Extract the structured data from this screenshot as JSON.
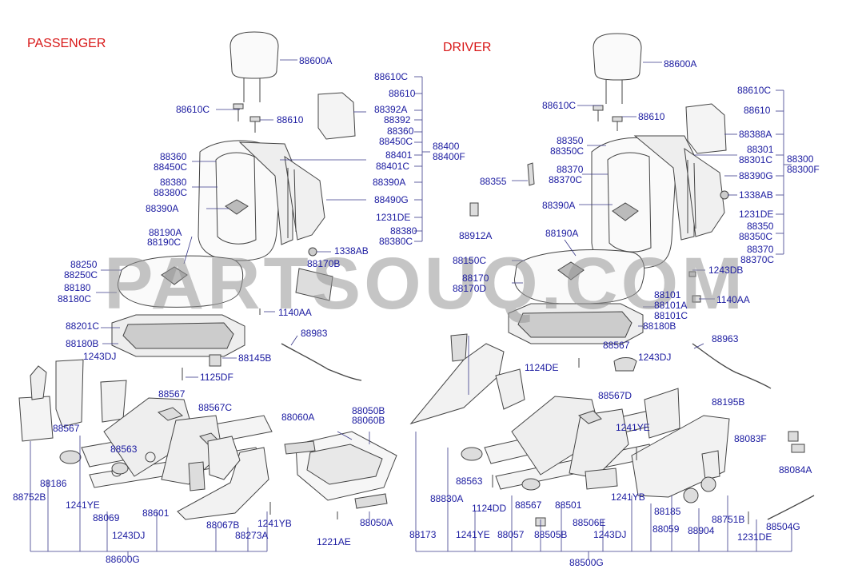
{
  "titles": {
    "passenger": "PASSENGER",
    "driver": "DRIVER"
  },
  "watermark": "PARTSOUQ.COM",
  "colors": {
    "label": "#1a1aa0",
    "title": "#d81818",
    "line": "#3a3a8a",
    "part": "#444444"
  },
  "passenger": {
    "labels": [
      "88600A",
      "88610C",
      "88610",
      "88610C",
      "88610",
      "88392A",
      "88392",
      "88360",
      "88450C",
      "88401",
      "88401C",
      "88400",
      "88400F",
      "88390A",
      "88490G",
      "1231DE",
      "88380",
      "88380C",
      "88360",
      "88450C",
      "88380",
      "88380C",
      "88390A",
      "88190A",
      "88190C",
      "1338AB",
      "88170B",
      "88250",
      "88250C",
      "88180",
      "88180C",
      "1140AA",
      "88201C",
      "88180B",
      "1243DJ",
      "88145B",
      "88983",
      "1125DF",
      "88567",
      "88567C",
      "88060A",
      "88050B",
      "88060B",
      "88567",
      "88563",
      "88186",
      "88752B",
      "1241YE",
      "88069",
      "88601",
      "88067B",
      "88273A",
      "1241YB",
      "1243DJ",
      "88050A",
      "1221AE",
      "88600G"
    ]
  },
  "driver": {
    "labels": [
      "88600A",
      "88610C",
      "88610",
      "88610C",
      "88610",
      "88388A",
      "88350",
      "88350C",
      "88301",
      "88301C",
      "88300",
      "88300F",
      "88370",
      "88370C",
      "88390G",
      "88355",
      "1338AB",
      "88390A",
      "1231DE",
      "88912A",
      "88350",
      "88350C",
      "88370",
      "88370C",
      "88190A",
      "88150C",
      "88170",
      "88170D",
      "1243DB",
      "88101",
      "88101A",
      "88101C",
      "1140AA",
      "88180B",
      "88567",
      "88963",
      "1124DE",
      "1243DJ",
      "88567D",
      "88195B",
      "1241YE",
      "88083F",
      "88084A",
      "88563",
      "88830A",
      "1124DD",
      "88567",
      "88501",
      "88506E",
      "1241YB",
      "88185",
      "88059",
      "88904",
      "88751B",
      "88504G",
      "88173",
      "1241YE",
      "88057",
      "88505B",
      "1243DJ",
      "1231DE",
      "88500G"
    ]
  }
}
